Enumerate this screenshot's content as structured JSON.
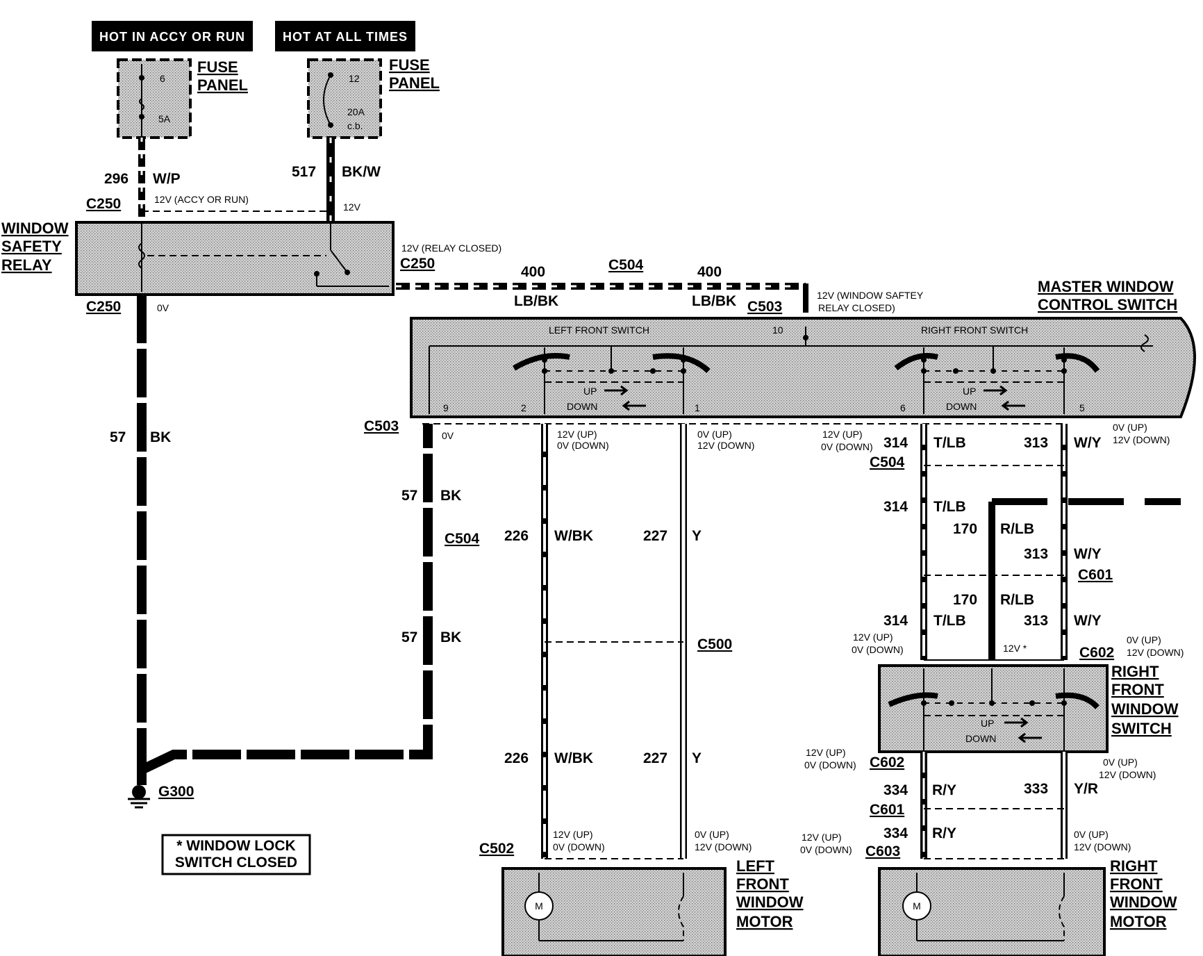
{
  "header_labels": {
    "hot_in_accy_or_run": "HOT IN ACCY OR RUN",
    "hot_at_all_times": "HOT AT ALL TIMES"
  },
  "fuse_panel_1": {
    "title_line1": "FUSE",
    "title_line2": "PANEL",
    "fuse_number": "6",
    "rating": "5A"
  },
  "fuse_panel_2": {
    "title_line1": "FUSE",
    "title_line2": "PANEL",
    "fuse_number": "12",
    "rating": "20A",
    "type": "c.b."
  },
  "wires": {
    "w296": {
      "circuit": "296",
      "color": "W/P"
    },
    "w517": {
      "circuit": "517",
      "color": "BK/W"
    },
    "w400": {
      "circuit": "400",
      "color": "LB/BK"
    },
    "w57": {
      "circuit": "57",
      "color": "BK"
    },
    "w226": {
      "circuit": "226",
      "color": "W/BK"
    },
    "w227": {
      "circuit": "227",
      "color": "Y"
    },
    "w314": {
      "circuit": "314",
      "color": "T/LB"
    },
    "w313": {
      "circuit": "313",
      "color": "W/Y"
    },
    "w170": {
      "circuit": "170",
      "color": "R/LB"
    },
    "w334": {
      "circuit": "334",
      "color": "R/Y"
    },
    "w333": {
      "circuit": "333",
      "color": "Y/R"
    }
  },
  "connectors": {
    "c250": "C250",
    "c503": "C503",
    "c504": "C504",
    "c500": "C500",
    "c502": "C502",
    "c601": "C601",
    "c602": "C602",
    "c603": "C603",
    "g300": "G300"
  },
  "voltages": {
    "v12_accy_run": "12V (ACCY OR RUN)",
    "v12": "12V",
    "v0": "0V",
    "relay_closed": "12V (RELAY CLOSED)",
    "safety_closed_1": "12V (WINDOW SAFTEY",
    "safety_closed_2": "RELAY CLOSED)",
    "up12": "12V (UP)",
    "down0": "0V (DOWN)",
    "up0": "0V (UP)",
    "down12": "12V (DOWN)",
    "v12_star": "12V *"
  },
  "components": {
    "safety_relay": {
      "l1": "WINDOW",
      "l2": "SAFETY",
      "l3": "RELAY"
    },
    "master_switch": {
      "l1": "MASTER WINDOW",
      "l2": "CONTROL SWITCH",
      "left_front": "LEFT FRONT SWITCH",
      "right_front": "RIGHT FRONT SWITCH"
    },
    "right_front_switch": {
      "l1": "RIGHT",
      "l2": "FRONT",
      "l3": "WINDOW",
      "l4": "SWITCH"
    },
    "left_motor": {
      "l1": "LEFT",
      "l2": "FRONT",
      "l3": "WINDOW",
      "l4": "MOTOR"
    },
    "right_motor": {
      "l1": "RIGHT",
      "l2": "FRONT",
      "l3": "WINDOW",
      "l4": "MOTOR"
    },
    "motor_symbol": "M",
    "up": "UP",
    "down": "DOWN"
  },
  "pins": {
    "p10": "10",
    "p9": "9",
    "p2": "2",
    "p1": "1",
    "p6": "6",
    "p5": "5"
  },
  "note": {
    "l1": "* WINDOW LOCK",
    "l2": "SWITCH CLOSED"
  }
}
